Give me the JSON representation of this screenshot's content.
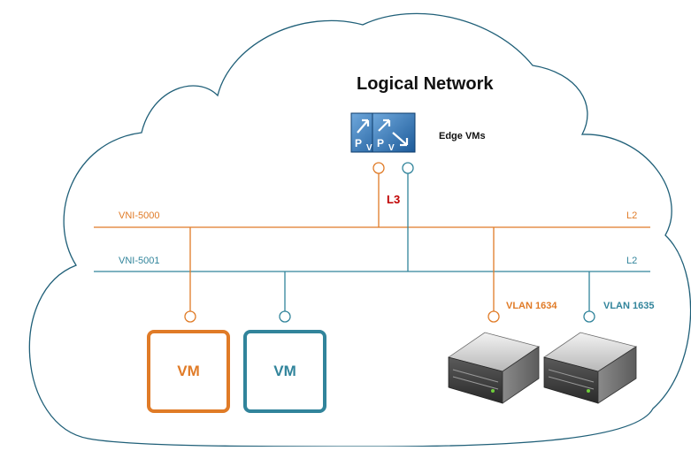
{
  "title": "Logical Network",
  "edge": {
    "label": "Edge VMs"
  },
  "segments": [
    {
      "name": "VNI-5000",
      "layer": "L2",
      "color": "#e07b27"
    },
    {
      "name": "VNI-5001",
      "layer": "L2",
      "color": "#31849b"
    }
  ],
  "router_label": "L3",
  "vms": [
    {
      "label": "VM",
      "color": "#e07b27"
    },
    {
      "label": "VM",
      "color": "#31849b"
    }
  ],
  "vlans": [
    {
      "label": "VLAN 1634",
      "color": "#e07b27"
    },
    {
      "label": "VLAN 1635",
      "color": "#31849b"
    }
  ],
  "cloud_outline_color": "#1f5f78",
  "icons": [
    "cloud-icon",
    "edge-vm-icon",
    "server-icon"
  ]
}
